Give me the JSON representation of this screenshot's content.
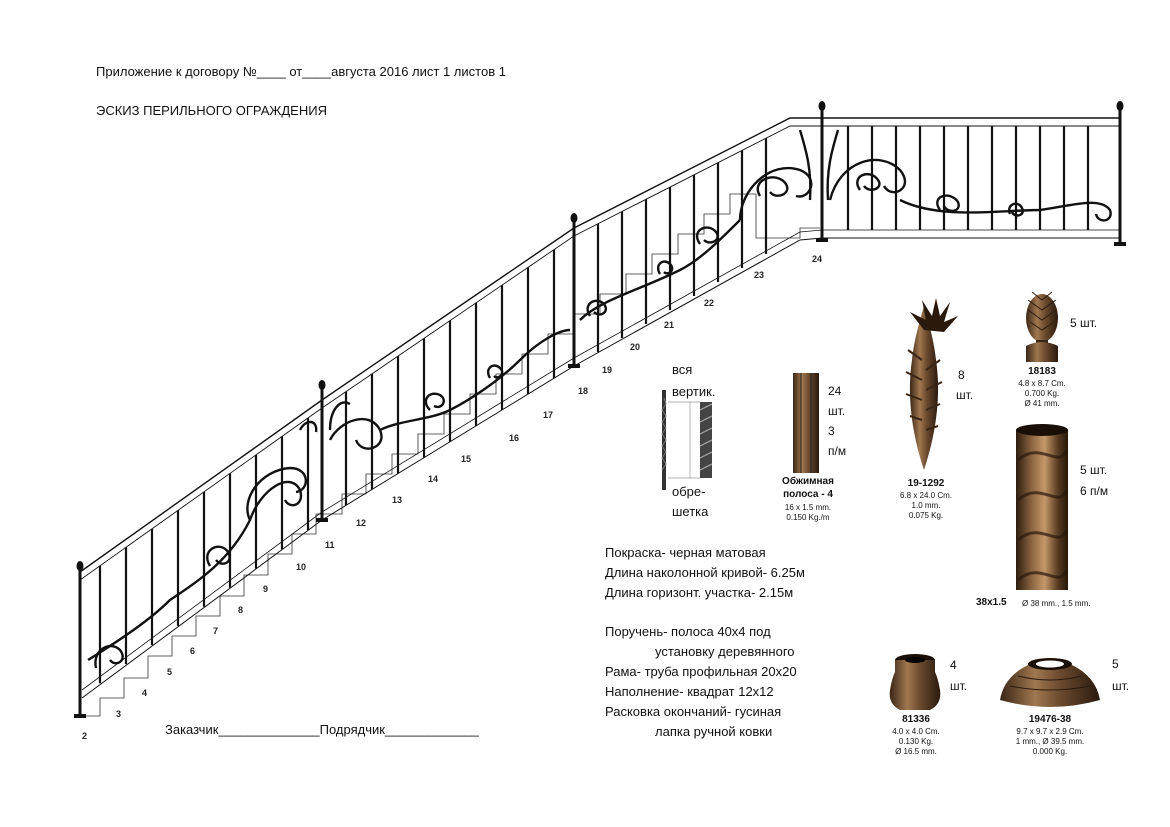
{
  "header": {
    "line1": "Приложение к договору №____ от____августа 2016   лист 1 листов 1",
    "line2": "ЭСКИЗ ПЕРИЛЬНОГО ОГРАЖДЕНИЯ"
  },
  "steps": [
    "2",
    "3",
    "4",
    "5",
    "6",
    "7",
    "8",
    "9",
    "10",
    "11",
    "12",
    "13",
    "14",
    "15",
    "16",
    "17",
    "18",
    "19",
    "20",
    "21",
    "22",
    "23",
    "24"
  ],
  "signature": "Заказчик______________Подрядчик_____________",
  "baluster_note": {
    "top1": "вся",
    "top2": "вертик.",
    "bottom1": "обре-",
    "bottom2": "шетка"
  },
  "strip": {
    "qty1": "24",
    "qty2": "шт.",
    "qty3": "3",
    "qty4": "п/м",
    "name1": "Обжимная",
    "name2": "полоса - 4",
    "spec1": "16 x 1.5 mm.",
    "spec2": "0.150 Kg./m"
  },
  "leaf": {
    "qty1": "8",
    "qty2": "шт.",
    "code": "19-1292",
    "spec1": "6.8 x 24.0 Cm.",
    "spec2": "1.0 mm.",
    "spec3": "0.075 Kg."
  },
  "finial": {
    "qty": "5 шт.",
    "code": "18183",
    "spec1": "4.8 x 8.7 Cm.",
    "spec2": "0.700 Kg.",
    "spec3": "Ø 41 mm."
  },
  "pipe": {
    "qty1": "5 шт.",
    "qty2": "6 п/м",
    "code": "38x1.5",
    "spec": "Ø 38 mm., 1.5 mm."
  },
  "specs": {
    "s1": "Покраска- черная матовая",
    "s2": "Длина наколонной кривой- 6.25м",
    "s3": "Длина горизонт. участка- 2.15м",
    "s4": "Поручень-  полоса 40х4 под",
    "s5": "установку деревянного",
    "s6": "Рама- труба профильная 20х20",
    "s7": "Наполнение- квадрат 12х12",
    "s8": "Расковка окончаний- гусиная",
    "s9": "лапка ручной ковки"
  },
  "collar": {
    "qty1": "4",
    "qty2": "шт.",
    "code": "81336",
    "spec1": "4.0 x 4.0 Cm.",
    "spec2": "0.130 Kg.",
    "spec3": "Ø 16.5 mm."
  },
  "base": {
    "qty1": "5",
    "qty2": "шт.",
    "code": "19476-38",
    "spec1": "9.7 x 9.7 x 2.9 Cm.",
    "spec2": "1 mm., Ø 39.5 mm.",
    "spec3": "0.000 Kg."
  },
  "colors": {
    "ink": "#111111",
    "metal": "#6b4a2e",
    "metal_light": "#a07850"
  }
}
